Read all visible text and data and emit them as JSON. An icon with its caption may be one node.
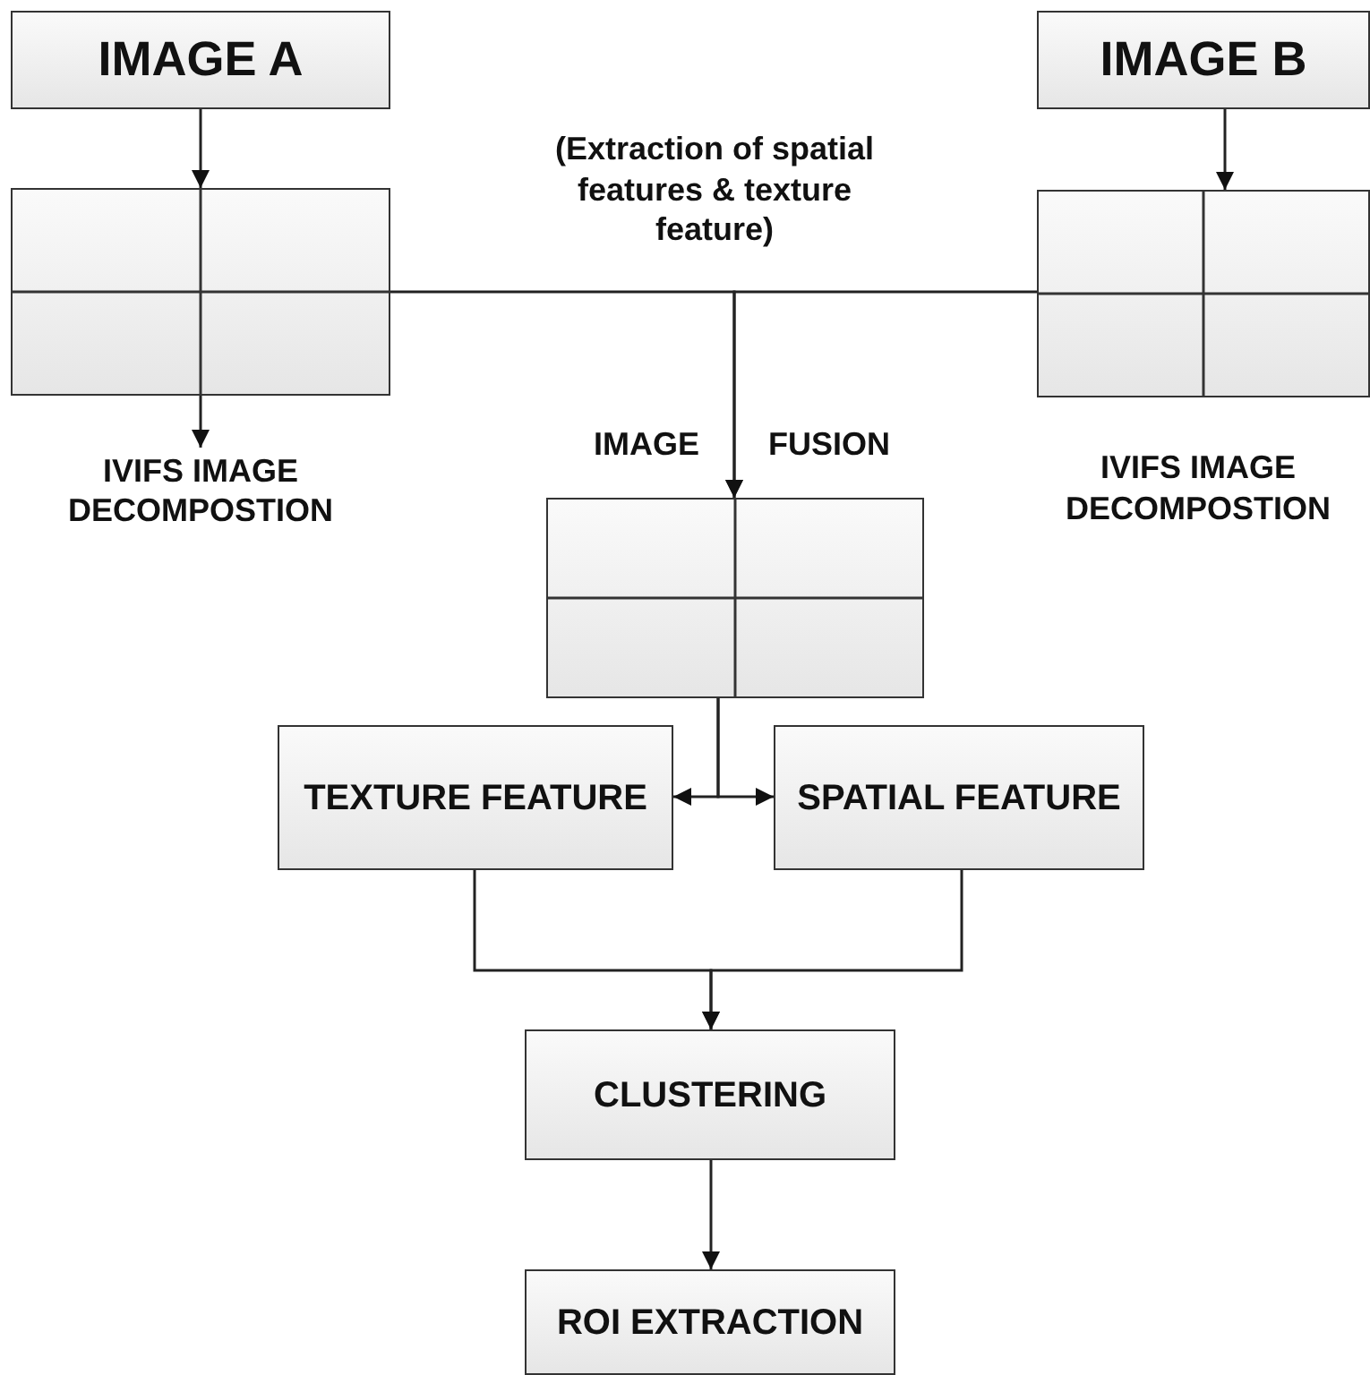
{
  "diagram": {
    "nodes": [
      {
        "text": [
          "IMAGE A"
        ]
      },
      {
        "text": [
          "IMAGE B"
        ]
      },
      {
        "text": [],
        "shape": "box"
      },
      {
        "text": [],
        "shape": "box"
      },
      {
        "text": [
          "IVIFS IMAGE DECOMPOSTION"
        ]
      },
      {
        "text": [],
        "shape": "box"
      },
      {
        "text": [
          "TEXTURE FEATURE"
        ]
      },
      {
        "text": [
          "SPATIAL FEATURE"
        ]
      },
      {
        "text": [
          "CLUSTERING"
        ]
      },
      {
        "text": [
          "ROI EXTRACTION"
        ]
      }
    ],
    "edges": [
      {
        "from": 0,
        "to": 2,
        "arrow": "to"
      },
      {
        "from": 1,
        "to": 3,
        "arrow": "to"
      },
      {
        "from": 2,
        "to": 4,
        "arrow": "to"
      },
      {
        "from": 2,
        "to": 5,
        "arrow": "to"
      },
      {
        "from": 3,
        "to": 5,
        "arrow": "to"
      },
      {
        "from": 5,
        "to": 6,
        "arrow": "to"
      },
      {
        "from": 5,
        "to": 7,
        "arrow": "to"
      },
      {
        "from": 6,
        "to": 8,
        "arrow": "to"
      },
      {
        "from": 7,
        "to": 8,
        "arrow": "to"
      },
      {
        "from": 8,
        "to": 9,
        "arrow": "to"
      }
    ],
    "labels": [
      "(Extraction of spatial features & texture feature)",
      "IMAGE",
      "FUSION",
      "IVIFS IMAGE DECOMPOSTION"
    ]
  }
}
